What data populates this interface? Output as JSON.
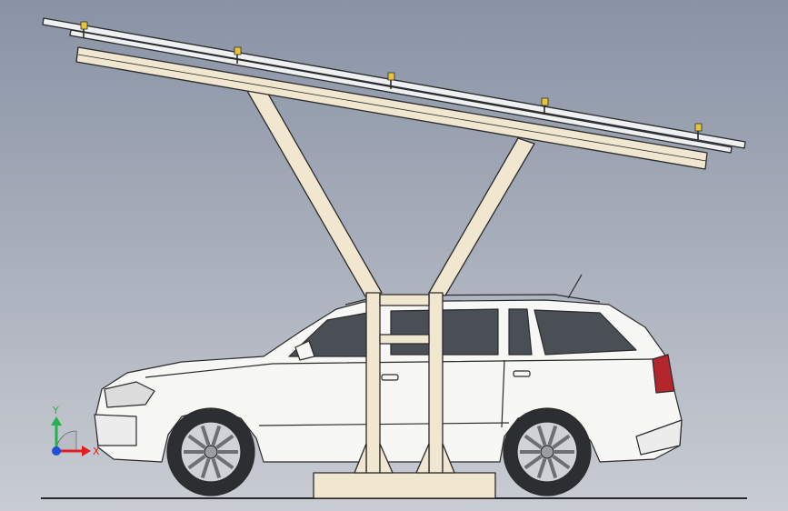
{
  "viewport": {
    "background_top": "#8993a5",
    "background_bottom": "#c9ccd3"
  },
  "model": {
    "frame_color": "#f1e6cf",
    "outline_color": "#2a2a2a",
    "rail_color": "#eef0f2",
    "clamp_color": "#e8c43a",
    "car_body_color": "#f7f7f5",
    "glass_color": "#4a4e55",
    "tire_color": "#2d2e31",
    "taillight_color": "#b3262b",
    "clamp_count": 5
  },
  "axis_triad": {
    "y_label": "Y",
    "x_label": "X",
    "y_color": "#22b14c",
    "x_color": "#e02020",
    "z_color": "#2050d8"
  }
}
